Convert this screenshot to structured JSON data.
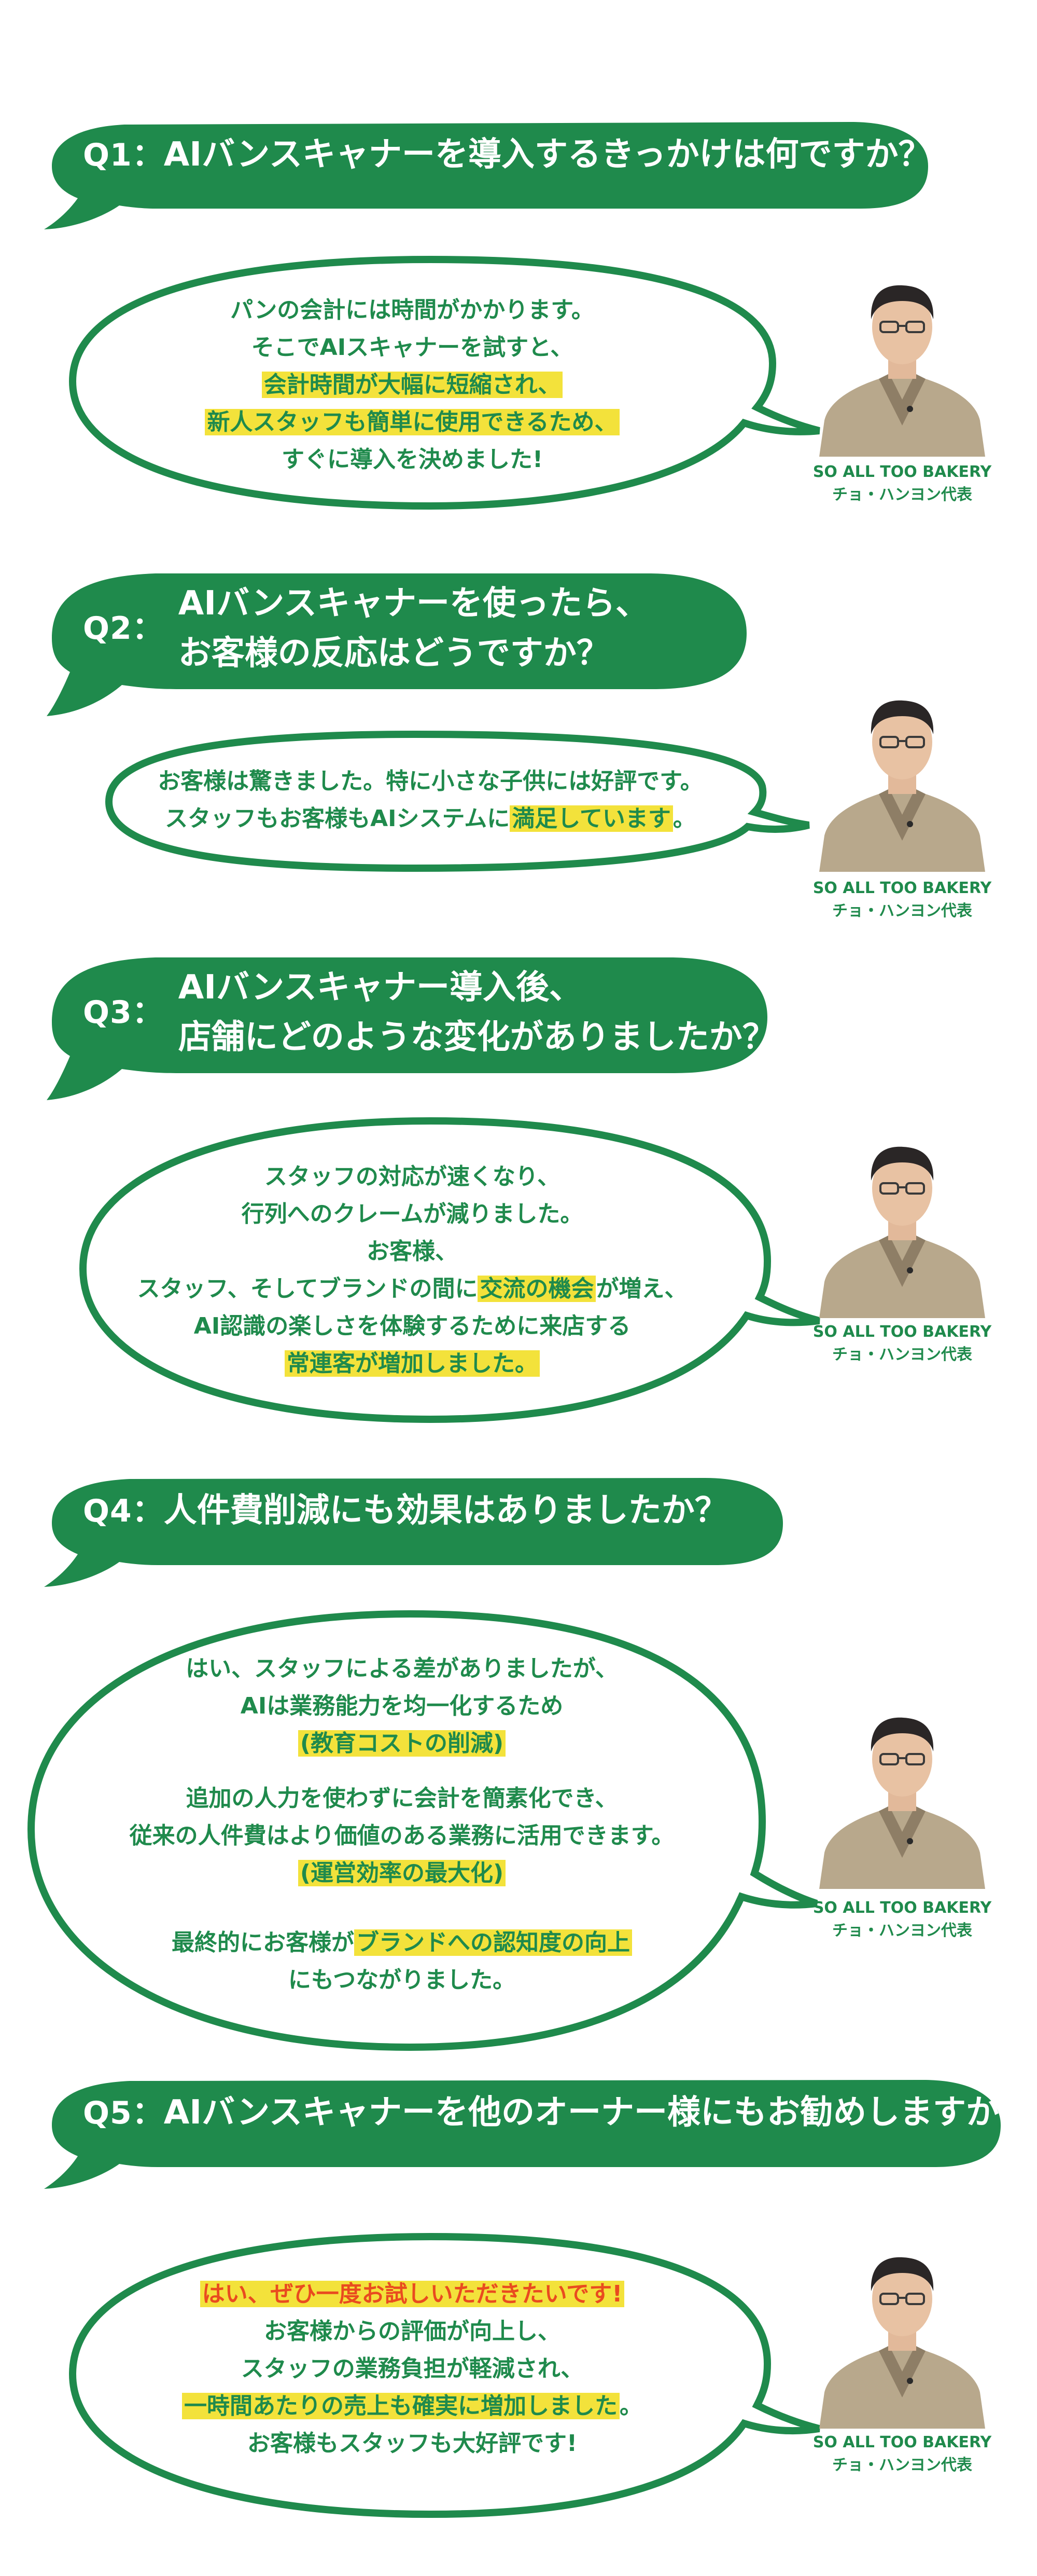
{
  "caption": {
    "company": "SO ALL TOO BAKERY",
    "person": "チョ・ハンヨン代表"
  },
  "colors": {
    "green": "#1f8a4c",
    "highlight": "#f3e23b",
    "accent_red": "#e94b1f"
  },
  "qa": [
    {
      "label": "Q1：",
      "question": "AIバンスキャナーを導入するきっかけは何ですか？",
      "answer": [
        "パンの会計には時間がかかります。",
        "そこでAIスキャナーを試すと、",
        "会計時間が大幅に短縮され、",
        "新人スタッフも簡単に使用できるため、",
        "すぐに導入を決めました!"
      ]
    },
    {
      "label": "Q2：",
      "question_lines": [
        "AIバンスキャナーを使ったら、",
        "お客様の反応はどうですか？"
      ],
      "answer": [
        "お客様は驚きました。特に小さな子供には好評です。",
        "スタッフもお客様もAIシステムに",
        "満足しています",
        "。"
      ]
    },
    {
      "label": "Q3：",
      "question_lines": [
        "AIバンスキャナー導入後、",
        "店舗にどのような変化がありましたか？"
      ],
      "answer": [
        "スタッフの対応が速くなり、",
        "行列へのクレームが減りました。",
        "お客様、",
        "スタッフ、そしてブランドの間に",
        "交流の機会",
        "が増え、",
        "AI認識の楽しさを体験するために来店する",
        "常連客が増加しました。"
      ]
    },
    {
      "label": "Q4：",
      "question": "人件費削減にも効果はありましたか？",
      "answer": [
        "はい、スタッフによる差がありましたが、",
        "AIは業務能力を均一化するため",
        "(教育コストの削減)",
        "追加の人力を使わずに会計を簡素化でき、",
        "従来の人件費はより価値のある業務に活用できます。",
        "(運営効率の最大化)",
        "最終的にお客様が",
        "ブランドへの認知度の向上",
        "にもつながりました。"
      ]
    },
    {
      "label": "Q5：",
      "question": "AIバンスキャナーを他のオーナー様にもお勧めしますか？",
      "answer": [
        "はい、ぜひ一度お試しいただきたいです!",
        "お客様からの評価が向上し、",
        "スタッフの業務負担が軽減され、",
        "一時間あたりの売上も確実に増加しました",
        "。",
        "お客様もスタッフも大好評です!"
      ]
    }
  ]
}
